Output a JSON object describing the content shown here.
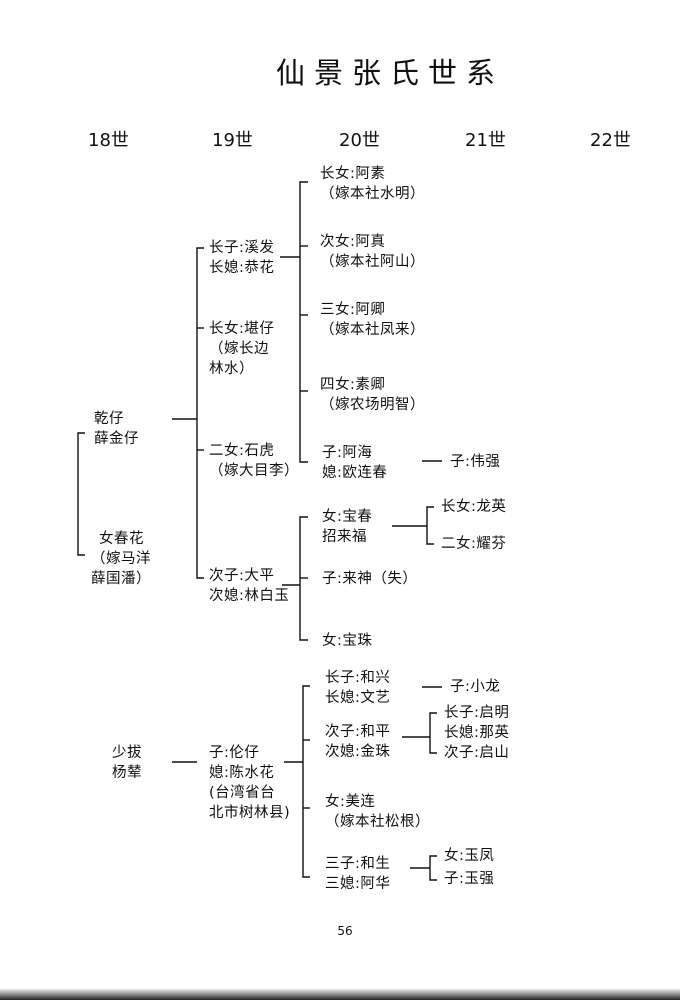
{
  "title": "仙景张氏世系",
  "generations": [
    "18世",
    "19世",
    "20世",
    "21世",
    "22世"
  ],
  "nodes": {
    "g18_1": [
      "乾仔",
      "薛金仔"
    ],
    "g18_2": [
      "女春花",
      "（嫁马洋",
      "薛国潘）"
    ],
    "g18_3": [
      "少拔",
      "杨辇"
    ],
    "g19_1": [
      "长子:溪发",
      "长媳:恭花"
    ],
    "g19_2": [
      "长女:堪仔",
      "（嫁长边",
      "林水）"
    ],
    "g19_3": [
      "二女:石虎",
      "（嫁大目李）"
    ],
    "g19_4": [
      "次子:大平",
      "次媳:林白玉"
    ],
    "g19_5": [
      "子:伦仔",
      "媳:陈水花",
      "(台湾省台",
      "北市树林县)"
    ],
    "g20_1": [
      "长女:阿素",
      "（嫁本社水明）"
    ],
    "g20_2": [
      "次女:阿真",
      "（嫁本社阿山）"
    ],
    "g20_3": [
      "三女:阿卿",
      "（嫁本社凤来）"
    ],
    "g20_4": [
      "四女:素卿",
      "（嫁农场明智）"
    ],
    "g20_5": [
      "子:阿海",
      "媳:欧连春"
    ],
    "g20_6": [
      "女:宝春",
      "招来福"
    ],
    "g20_7": [
      "子:来神（失）"
    ],
    "g20_8": [
      "女:宝珠"
    ],
    "g20_9": [
      "长子:和兴",
      "长媳:文艺"
    ],
    "g20_10": [
      "次子:和平",
      "次媳:金珠"
    ],
    "g20_11": [
      "女:美连",
      "（嫁本社松根）"
    ],
    "g20_12": [
      "三子:和生",
      "三媳:阿华"
    ],
    "g21_1": [
      "子:伟强"
    ],
    "g21_2": [
      "长女:龙英"
    ],
    "g21_3": [
      "二女:耀芬"
    ],
    "g21_4": [
      "子:小龙"
    ],
    "g21_5": [
      "长子:启明"
    ],
    "g21_6": [
      "长媳:那英"
    ],
    "g21_7": [
      "次子:启山"
    ],
    "g21_8": [
      "女:玉凤"
    ],
    "g21_9": [
      "子:玉强"
    ]
  },
  "page_number": "56"
}
